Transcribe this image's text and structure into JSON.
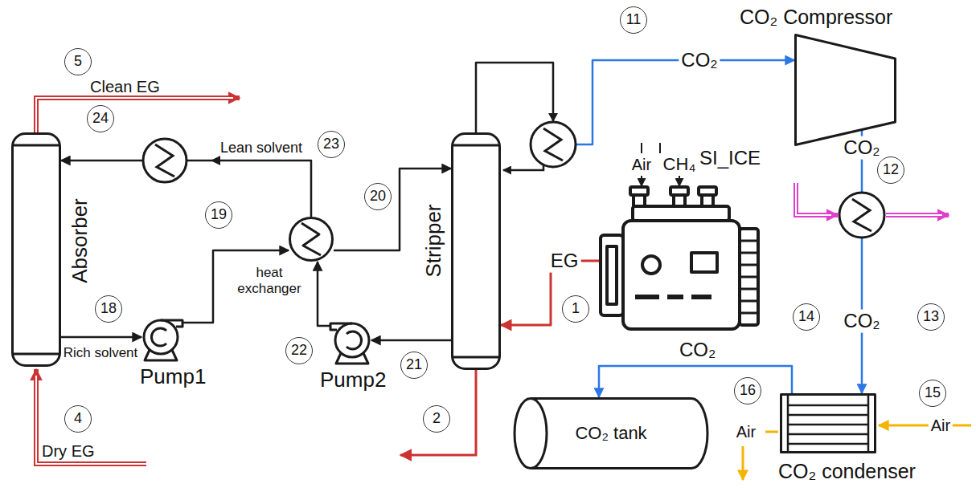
{
  "diagram": {
    "nodes": [
      {
        "text": [
          "Absorber"
        ]
      },
      {
        "text": [
          "Pump1"
        ]
      },
      {
        "text": [
          "heat exchanger"
        ]
      },
      {
        "text": [
          "Pump2"
        ]
      },
      {
        "text": [
          "Stripper"
        ]
      },
      {
        "text": [
          "CO₂ Compressor"
        ]
      },
      {
        "text": [
          "SI_ICE"
        ]
      },
      {
        "text": [
          "CO₂ tank"
        ]
      },
      {
        "text": [
          "CO₂ condenser"
        ]
      }
    ],
    "edges": [
      {
        "from": 0,
        "to": 1,
        "arrow": "to",
        "label": "Rich solvent"
      },
      {
        "from": 1,
        "to": 2,
        "arrow": "to"
      },
      {
        "from": 2,
        "to": 4,
        "arrow": "to"
      },
      {
        "from": 4,
        "to": 3,
        "arrow": "to"
      },
      {
        "from": 3,
        "to": 2,
        "arrow": "to"
      },
      {
        "from": 2,
        "to": 0,
        "arrow": "to",
        "label": "Lean solvent"
      },
      {
        "from": 4,
        "to": 5,
        "arrow": "to"
      },
      {
        "from": 5,
        "to": 8,
        "arrow": "to"
      },
      {
        "from": 8,
        "to": 7,
        "arrow": "to"
      },
      {
        "from": 6,
        "to": 4,
        "arrow": "to",
        "label": "EG"
      }
    ],
    "labels": [
      "5",
      "Clean EG",
      "24",
      "23",
      "19",
      "20",
      "11",
      "CO₂",
      "12",
      "CO₂",
      "Air",
      "CH₄",
      "18",
      "1",
      "14",
      "CO₂",
      "13",
      "22",
      "21",
      "CO₂",
      "16",
      "15",
      "2",
      "4",
      "Air",
      "Air",
      "Dry EG"
    ]
  }
}
